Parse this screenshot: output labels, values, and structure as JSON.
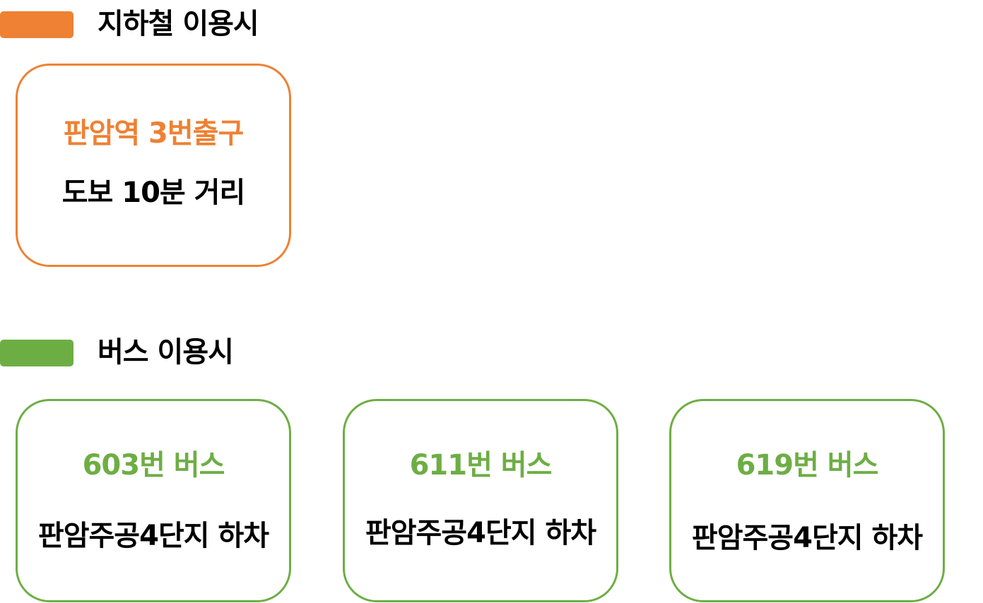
{
  "colors": {
    "subway_accent": "#EE8133",
    "bus_accent": "#6DAE44",
    "text": "#000000",
    "background": "#FFFFFF"
  },
  "subway": {
    "title": "지하철 이용시",
    "card": {
      "title": "판암역 3번출구",
      "subtitle": "도보 10분 거리"
    }
  },
  "bus": {
    "title": "버스 이용시",
    "cards": [
      {
        "title": "603번 버스",
        "subtitle": "판암주공4단지 하차"
      },
      {
        "title": "611번 버스",
        "subtitle": "판암주공4단지 하차"
      },
      {
        "title": "619번 버스",
        "subtitle": "판암주공4단지 하차"
      }
    ]
  }
}
